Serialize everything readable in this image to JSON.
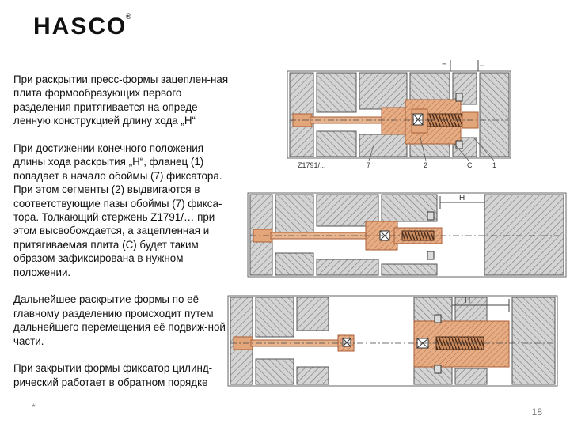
{
  "header": {
    "logo_text": "HASCO",
    "logo_mark": "®"
  },
  "paragraphs": [
    "При раскрытии пресс-формы зацеплен-ная плита формообразующих первого разделения притягивается на опреде-ленную конструкцией длину хода „H“",
    "При достижении конечного положения длины хода раскрытия „H“, фланец (1) попадает в начало обоймы (7) фиксатора. При этом сегменты (2) выдвигаются в соответствующие пазы обоймы (7) фикса-тора. Толкающий стержень Z1791/… при этом высвобождается, а зацепленная и притягиваемая плита (C) будет таким образом зафиксирована в нужном положении.",
    "Дальнейшее раскрытие формы по её главному разделению происходит путем дальнейшего перемещения её подвиж-ной части.",
    "При закрытии формы фиксатор цилинд-рический работает в обратном порядке"
  ],
  "diagram1": {
    "top_labels": [
      "=",
      "–"
    ],
    "part_label": "Z1791/...",
    "callouts": [
      "7",
      "2",
      "C",
      "1"
    ]
  },
  "diagram2": {
    "dimension": "H"
  },
  "diagram3": {
    "dimension": "H"
  },
  "footer": {
    "mark": "*",
    "page_number": "18"
  },
  "colors": {
    "steel": "#cfcfcf",
    "hatch": "#7a7a7a",
    "copper": "#e2a77b",
    "copper_dark": "#b8683f",
    "outline": "#555555"
  }
}
